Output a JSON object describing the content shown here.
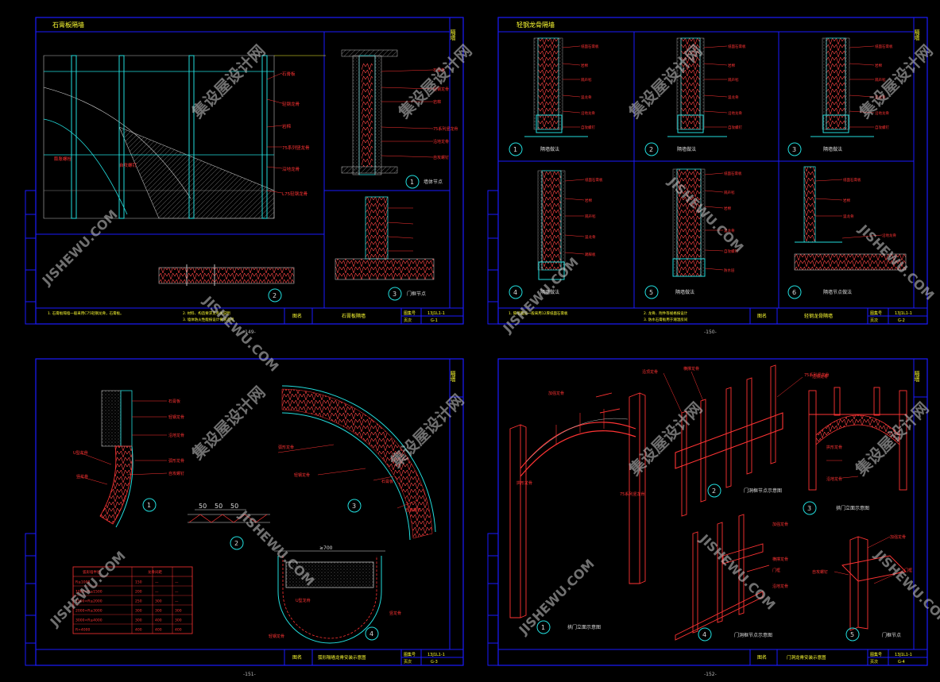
{
  "app": {
    "title": "CAD drawing sheets",
    "colors": {
      "background": "#000000",
      "frame": "#1a1aff",
      "accent_red": "#ff2a2a",
      "accent_cyan": "#22dddd",
      "accent_yellow": "#ffff33",
      "watermark": "#cccccc"
    }
  },
  "watermark": {
    "cn": "集设屋设计网",
    "en": "JISHEWU.COM"
  },
  "sheets": [
    {
      "tab_top": "隔墙",
      "header": "石膏板隔墙",
      "detail_numbers": [
        "1",
        "2",
        "3"
      ],
      "notes": [
        "1. 石膏板隔墙一般采用C75轻钢龙骨，石膏板。",
        "2. 材料、构造要求见有关说明",
        "3. 墙体防火性能按设计要求选用"
      ],
      "title_label": "图名",
      "title": "石膏板隔墙",
      "code_label": "图集号",
      "code": "13J1L1-1",
      "page_label": "页次",
      "page": "G-1",
      "sheet_number": "-149-",
      "callouts": [
        "石膏板",
        "轻钢龙骨",
        "岩棉",
        "75系列竖龙骨",
        "沿地龙骨",
        "L75轻钢龙骨",
        "膨胀螺栓",
        "自攻螺钉",
        "墙体节点",
        "门框节点"
      ]
    },
    {
      "tab_top": "隔墙",
      "header": "轻钢龙骨隔墙",
      "detail_numbers": [
        "1",
        "2",
        "3",
        "4",
        "5",
        "6"
      ],
      "detail_titles": [
        "隔墙做法",
        "隔墙做法",
        "隔墙做法",
        "隔墙做法",
        "隔墙做法",
        "隔墙节点做法"
      ],
      "notes": [
        "1. 隔墙面层一般采用12厚纸面石膏板",
        "2. 龙骨、附件等规格按设计",
        "3. 防水石膏板用于潮湿房间"
      ],
      "title_label": "图名",
      "title": "轻钢龙骨隔墙",
      "code_label": "图集号",
      "code": "13J1L1-1",
      "page_label": "页次",
      "page": "G-2",
      "sheet_number": "-150-",
      "callouts": [
        "纸面石膏板",
        "岩棉",
        "隔声毡",
        "竖龙骨",
        "沿地龙骨",
        "自攻螺钉",
        "踢脚板",
        "防水层"
      ]
    },
    {
      "tab_top": "隔墙",
      "header": "弧形隔墙",
      "detail_numbers": [
        "1",
        "2",
        "3",
        "4"
      ],
      "dims": [
        "50",
        "50",
        "50",
        "≥700"
      ],
      "notes": [
        "弧形墙龙骨构造"
      ],
      "table": {
        "header": [
          "弧形墙半径",
          "龙骨间距",
          "",
          ""
        ],
        "rows": [
          [
            "R≤1000",
            "150",
            "—",
            "—"
          ],
          [
            "1000<R≤1500",
            "200",
            "—",
            "—"
          ],
          [
            "1500<R≤2000",
            "250",
            "300",
            "—"
          ],
          [
            "2000<R≤3000",
            "300",
            "300",
            "300"
          ],
          [
            "3000<R≤4000",
            "300",
            "400",
            "300"
          ],
          [
            "R>4000",
            "400",
            "400",
            "400"
          ]
        ]
      },
      "title_label": "图名",
      "title": "弧形隔墙龙骨安装示意图",
      "code_label": "图集号",
      "code": "13J1L1-1",
      "page_label": "页次",
      "page": "G-3",
      "sheet_number": "-151-",
      "callouts": [
        "石膏板",
        "轻钢龙骨",
        "沿地龙骨",
        "弧形龙骨",
        "自攻螺钉",
        "U型龙骨",
        "竖龙骨"
      ]
    },
    {
      "tab_top": "隔墙",
      "header": "",
      "detail_numbers": [
        "1",
        "2",
        "3",
        "4",
        "5"
      ],
      "detail_titles": [
        "拱门立面示意图",
        "门洞框节点示意图",
        "拱门立面示意图",
        "门洞框节点示意图",
        "门框节点"
      ],
      "title_label": "图名",
      "title": "门洞龙骨安装示意图",
      "code_label": "图集号",
      "code": "13J1L1-1",
      "page_label": "页次",
      "page": "G-4",
      "sheet_number": "-152-",
      "callouts": [
        "75系列竖龙骨",
        "加强龙骨",
        "沿顶龙骨",
        "沿地龙骨",
        "横撑龙骨",
        "拱形龙骨",
        "门框",
        "自攻螺钉"
      ]
    }
  ]
}
